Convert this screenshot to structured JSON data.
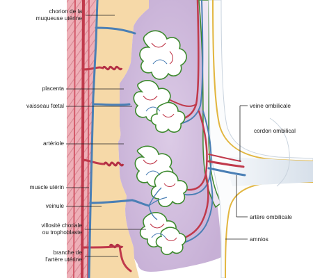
{
  "labels": {
    "chorion_line1": "chorion de la",
    "chorion_line2": "muqueuse utérine",
    "placenta": "placenta",
    "vaisseau_foetal": "vaisseau fœtal",
    "arteriole": "artériole",
    "muscle_uterin": "muscle utérin",
    "veinule": "veinule",
    "villosite_line1": "villosité choriale",
    "villosite_line2": "ou trophoblaste",
    "branche_line1": "branche de",
    "branche_line2": "l'artère utérine",
    "veine_ombilicale": "veine ombilicale",
    "cordon_ombilical": "cordon ombilical",
    "artere_ombilicale": "artère ombilicale",
    "amnios": "amnios"
  },
  "colors": {
    "artery_red": "#c0394b",
    "vein_blue": "#4a7fb5",
    "villus_outline": "#3d8a2e",
    "placenta_purple": "#cdb7da",
    "decidua_tan": "#f6d9a8",
    "muscle_pink": "#e8a3ae",
    "amnion_gold": "#e2b640",
    "cord_grey": "#dfe6ee"
  }
}
